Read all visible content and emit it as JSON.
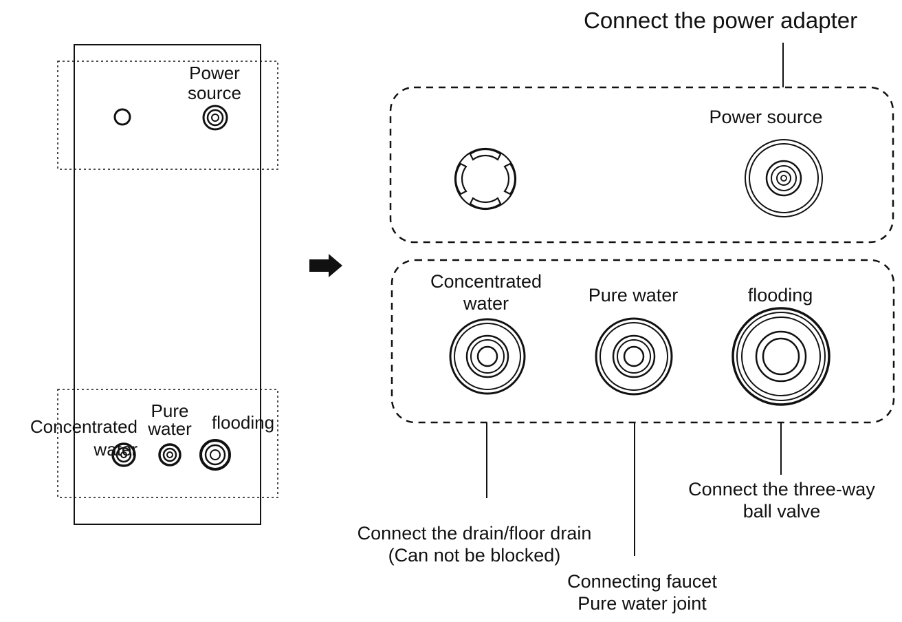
{
  "overview": {
    "power_label": "Power\nsource",
    "concentrated_label": "Concentrated\nwater",
    "pure_label": "Pure\nwater",
    "flooding_label": "flooding"
  },
  "detail": {
    "title": "Connect the power adapter",
    "power_label": "Power source",
    "concentrated_label": "Concentrated\nwater",
    "pure_label": "Pure water",
    "flooding_label": "flooding"
  },
  "callouts": {
    "drain": "Connect the drain/floor drain\n(Can not be blocked)",
    "faucet": "Connecting faucet\nPure water joint",
    "ball_valve": "Connect the three-way\nball valve"
  },
  "icons": {
    "arrow": "right-arrow-icon"
  },
  "colors": {
    "line": "#111111",
    "background": "#ffffff"
  }
}
